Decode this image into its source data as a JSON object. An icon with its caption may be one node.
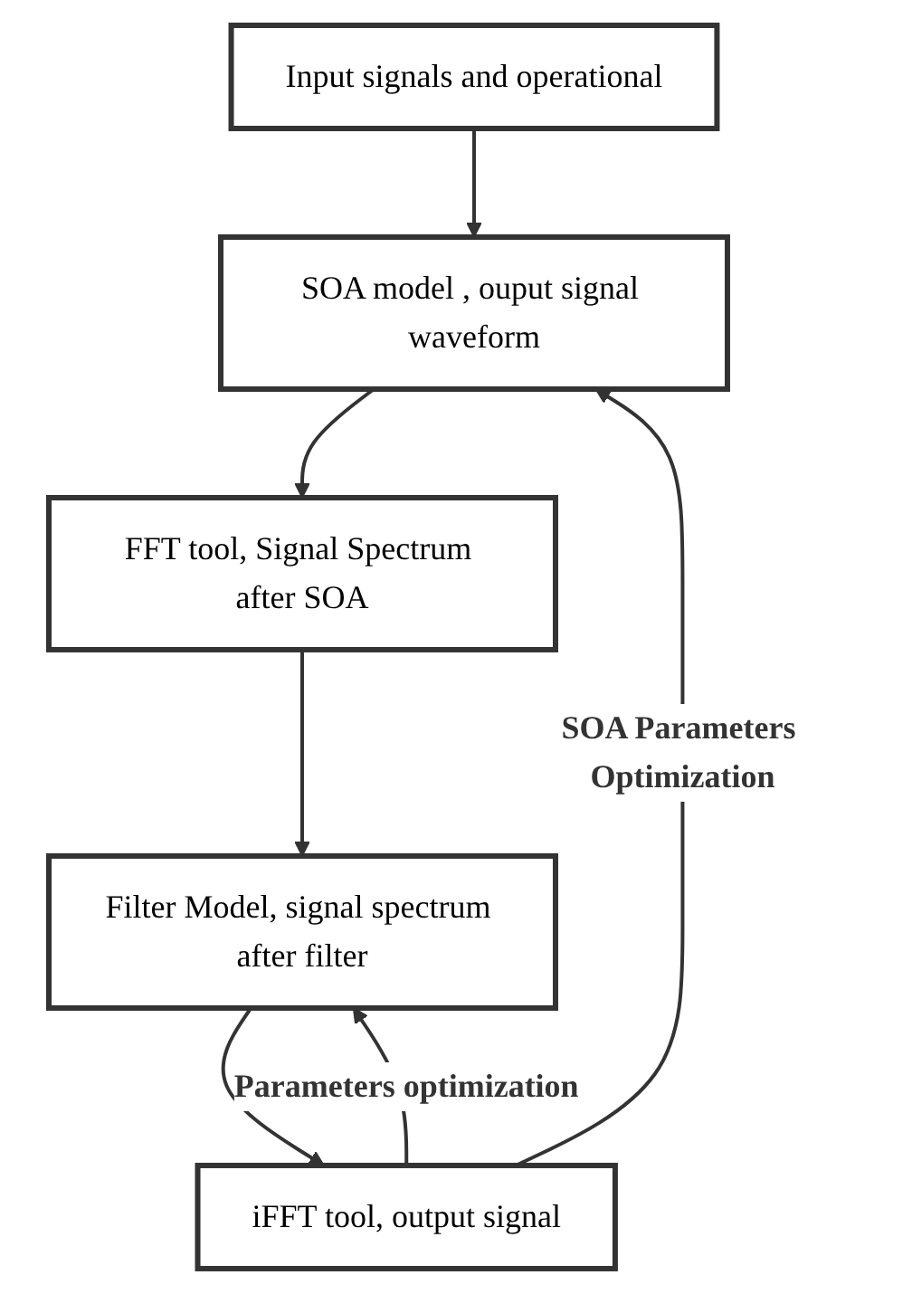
{
  "diagram": {
    "nodes": [
      {
        "text": [
          "Input signals and operational"
        ]
      },
      {
        "text": [
          "SOA model , ouput signal waveform"
        ]
      },
      {
        "text": [
          "FFT tool, Signal Spectrum after SOA"
        ]
      },
      {
        "text": [
          "Filter Model, signal spectrum after filter"
        ]
      },
      {
        "text": [
          "iFFT tool, output signal"
        ]
      }
    ],
    "edges": [
      {
        "from": 0,
        "to": 1,
        "arrow": "to"
      },
      {
        "from": 1,
        "to": 2,
        "arrow": "to"
      },
      {
        "from": 2,
        "to": 3,
        "arrow": "to"
      },
      {
        "from": 3,
        "to": 4,
        "arrow": "to"
      },
      {
        "from": 4,
        "to": 1,
        "arrow": "to",
        "label": "SOA Parameters Optimization"
      },
      {
        "from": 4,
        "to": 3,
        "arrow": "to",
        "label": "Parameters optimization"
      }
    ]
  }
}
